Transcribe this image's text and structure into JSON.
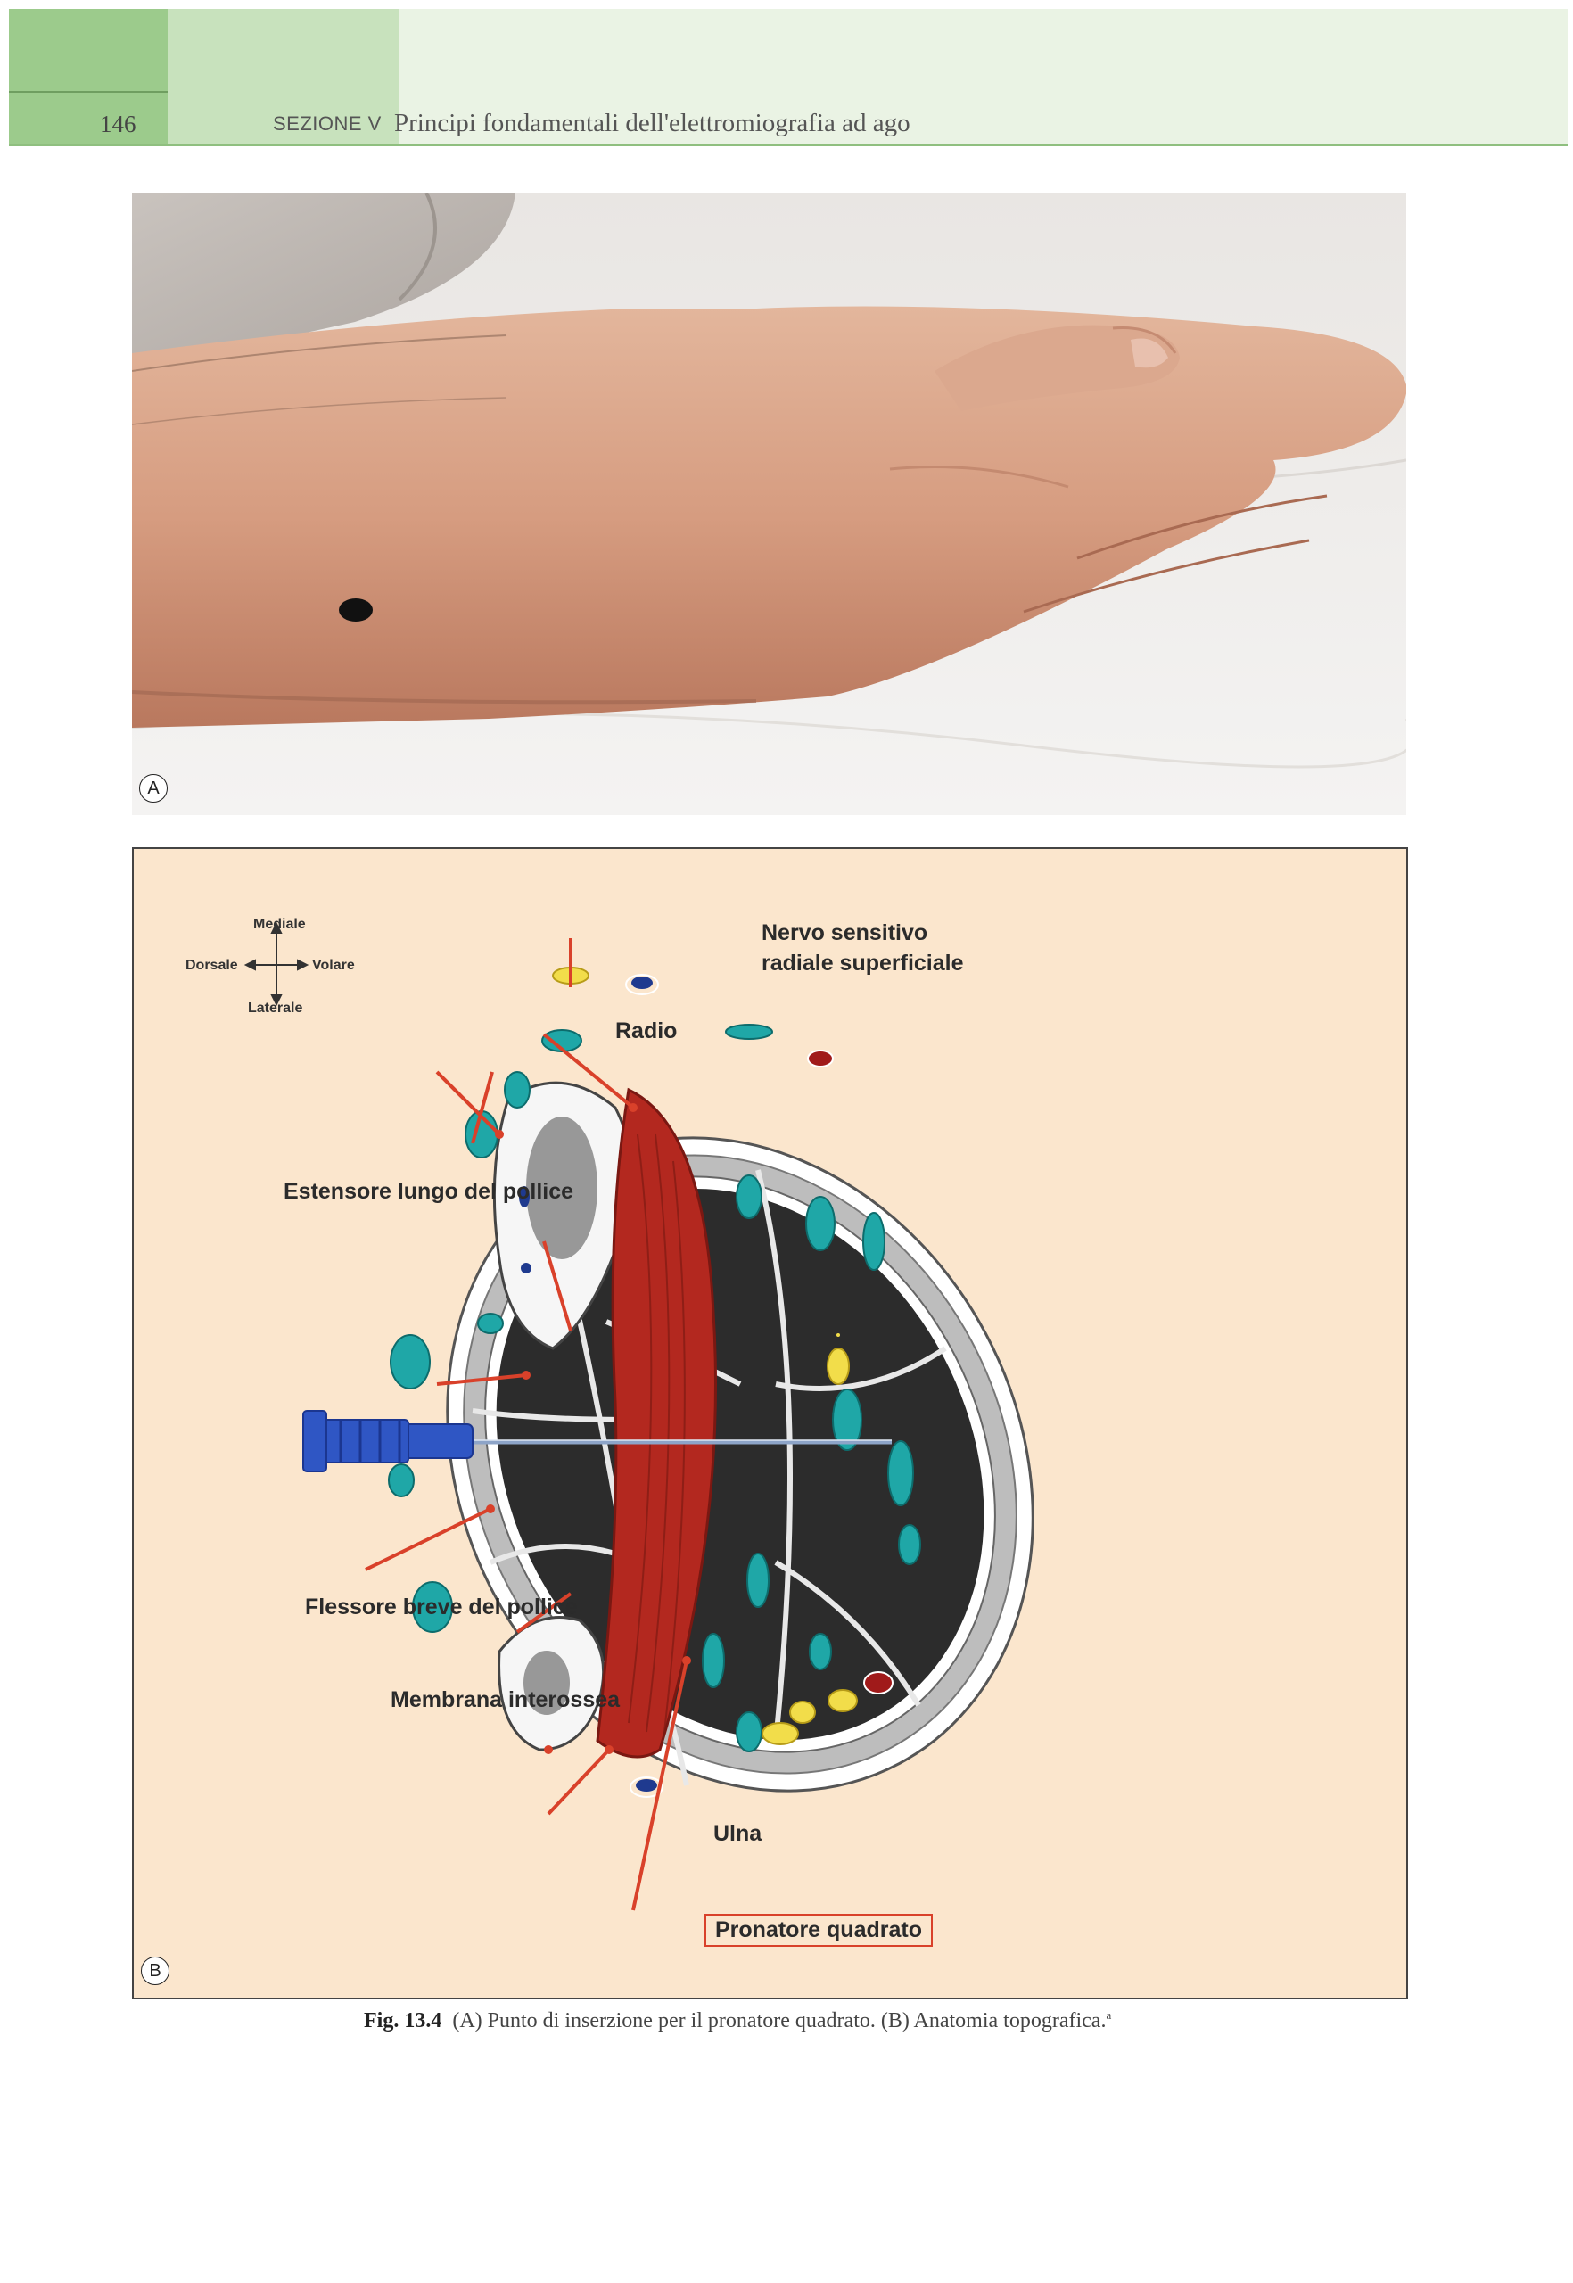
{
  "header": {
    "page_number": "146",
    "section": "SEZIONE V",
    "running_title": "Principi fondamentali dell'elettromiografia ad ago"
  },
  "panel_a": {
    "label": "A"
  },
  "panel_b": {
    "label": "B",
    "compass": {
      "top": "Mediale",
      "left": "Dorsale",
      "right": "Volare",
      "bottom": "Laterale"
    },
    "labels": {
      "nervo_line1": "Nervo sensitivo",
      "nervo_line2": "radiale superficiale",
      "radio": "Radio",
      "estensore": "Estensore lungo del pollice",
      "flessore": "Flessore breve del pollice",
      "membrana": "Membrana interossea",
      "ulna": "Ulna",
      "pronatore": "Pronatore quadrato"
    },
    "colors": {
      "background": "#fbe6cd",
      "muscle_highlight": "#b3281f",
      "tendon": "#1fa7a7",
      "nerve": "#f2dd4a",
      "vein": "#1f3a8f",
      "artery": "#a01a1a",
      "leader": "#d9412a",
      "needle_hub": "#2f56c4"
    }
  },
  "caption": {
    "fig_number": "Fig. 13.4",
    "text": "(A) Punto di inserzione per il pronatore quadrato. (B) Anatomia topografica.",
    "superscript": "a"
  }
}
